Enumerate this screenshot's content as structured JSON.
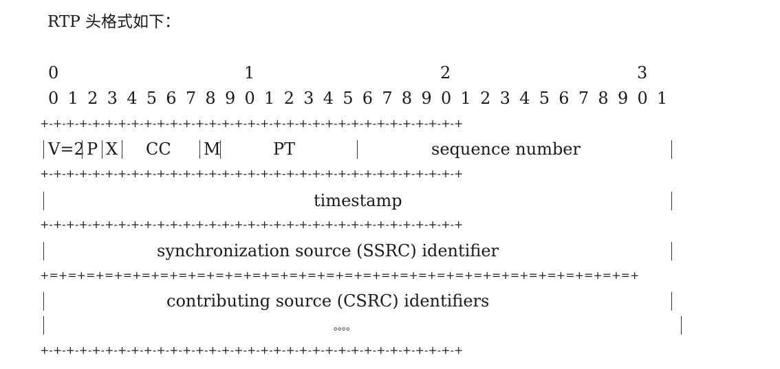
{
  "heading": "RTP 头格式如下：",
  "diagram": {
    "word_index_row": [
      "0",
      "1",
      "2",
      "3"
    ],
    "bit_index_row": [
      "0",
      "1",
      "2",
      "3",
      "4",
      "5",
      "6",
      "7",
      "8",
      "9",
      "0",
      "1",
      "2",
      "3",
      "4",
      "5",
      "6",
      "7",
      "8",
      "9",
      "0",
      "1",
      "2",
      "3",
      "4",
      "5",
      "6",
      "7",
      "8",
      "9",
      "0",
      "1"
    ],
    "separator_single": "+-+-+-+-+-+-+-+-+-+-+-+-+-+-+-+-+-+-+-+-+-+-+-+-+-+-+-+-+-+-+-+-+",
    "separator_double": "+=+=+=+=+=+=+=+=+=+=+=+=+=+=+=+=+=+=+=+=+=+=+=+=+=+=+=+=+=+=+=+=+",
    "row1": {
      "v": "V=2",
      "p": "P",
      "x": "X",
      "cc": "CC",
      "m": "M",
      "pt": "PT",
      "sequence_number": "sequence number"
    },
    "row2": {
      "timestamp": "timestamp"
    },
    "row3": {
      "ssrc": "synchronization source (SSRC) identifier"
    },
    "row4": {
      "csrc": "contributing source (CSRC) identifiers"
    },
    "row5": {
      "ellipsis": "。。。。"
    }
  }
}
